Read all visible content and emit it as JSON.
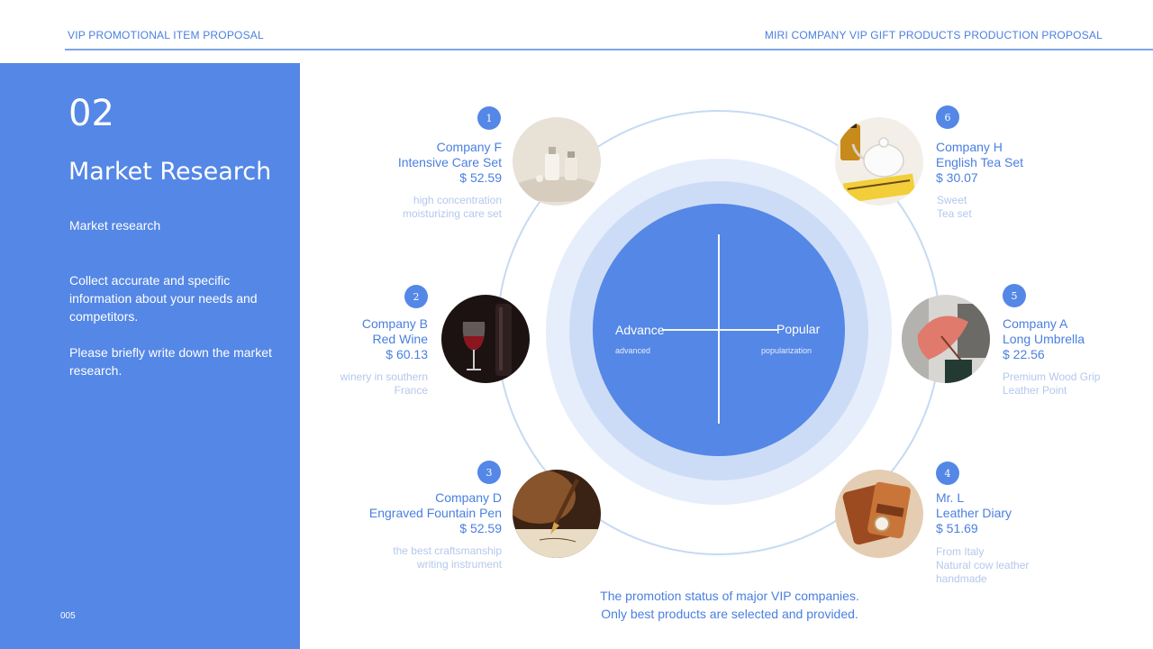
{
  "header": {
    "left": "VIP PROMOTIONAL ITEM PROPOSAL",
    "right": "MIRI COMPANY VIP GIFT PRODUCTS PRODUCTION PROPOSAL"
  },
  "sidebar": {
    "number": "02",
    "title": "Market Research",
    "subtitle": "Market research",
    "desc1": "Collect accurate and specific information about your needs and competitors.",
    "desc2": "Please briefly write down the market research.",
    "page": "005"
  },
  "center": {
    "left_label": "Advance",
    "left_sub": "advanced",
    "right_label": "Popular",
    "right_sub": "popularization"
  },
  "items": [
    {
      "num": "1",
      "company": "Company F",
      "product": "Intensive Care Set",
      "price": "$ 52.59",
      "desc": [
        "high concentration",
        "moisturizing care set"
      ],
      "icon": "cosmetic-bottles-photo"
    },
    {
      "num": "2",
      "company": "Company B",
      "product": "Red Wine",
      "price": "$ 60.13",
      "desc": [
        "winery in southern",
        "France"
      ],
      "icon": "wine-glass-photo"
    },
    {
      "num": "3",
      "company": "Company D",
      "product": "Engraved Fountain Pen",
      "price": "$ 52.59",
      "desc": [
        "the best craftsmanship",
        "writing instrument"
      ],
      "icon": "fountain-pen-photo"
    },
    {
      "num": "4",
      "company": "Mr. L",
      "product": "Leather Diary",
      "price": "$ 51.69",
      "desc": [
        "From Italy",
        "Natural cow leather",
        "handmade"
      ],
      "icon": "leather-diary-photo"
    },
    {
      "num": "5",
      "company": "Company A",
      "product": "Long Umbrella",
      "price": "$ 22.56",
      "desc": [
        "Premium Wood Grip",
        "Leather Point"
      ],
      "icon": "umbrella-photo"
    },
    {
      "num": "6",
      "company": "Company H",
      "product": "English Tea Set",
      "price": "$ 30.07",
      "desc": [
        "Sweet",
        "Tea set"
      ],
      "icon": "tea-set-photo"
    }
  ],
  "caption": {
    "line1": "The promotion status of major VIP companies.",
    "line2": "Only best products are selected and provided."
  },
  "colors": {
    "accent": "#5487e6",
    "text": "#4a7fe0",
    "muted": "#b4c8ec"
  }
}
